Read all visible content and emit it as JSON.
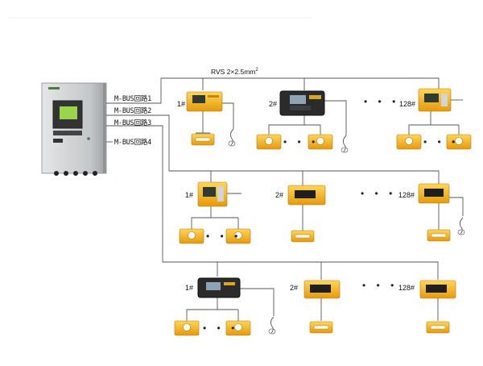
{
  "cable_spec": {
    "text": "RVS 2×2.5mm",
    "sup": "2"
  },
  "loops": [
    {
      "label": "M-BUS回路1"
    },
    {
      "label": "M-BUS回路2"
    },
    {
      "label": "M-BUS回路3"
    },
    {
      "label": "M-BUS回路4"
    }
  ],
  "rows": [
    {
      "nodes": [
        {
          "num": "1#",
          "kind": "meter-yellow"
        },
        {
          "num": "2#",
          "kind": "meter-black"
        },
        {
          "num": "128#",
          "kind": "meter-large"
        }
      ]
    },
    {
      "nodes": [
        {
          "num": "1#",
          "kind": "meter-large"
        },
        {
          "num": "2#",
          "kind": "meter-slim"
        },
        {
          "num": "128#",
          "kind": "meter-slim"
        }
      ]
    },
    {
      "nodes": [
        {
          "num": "1#",
          "kind": "meter-black"
        },
        {
          "num": "2#",
          "kind": "meter-slim"
        },
        {
          "num": "128#",
          "kind": "meter-slim"
        }
      ]
    }
  ],
  "ellipsis": "• • •",
  "colors": {
    "wire": "#555555",
    "device_yellow": "#f2b21c",
    "device_black": "#2b2b2b",
    "cabinet": "#c9cbcc"
  }
}
